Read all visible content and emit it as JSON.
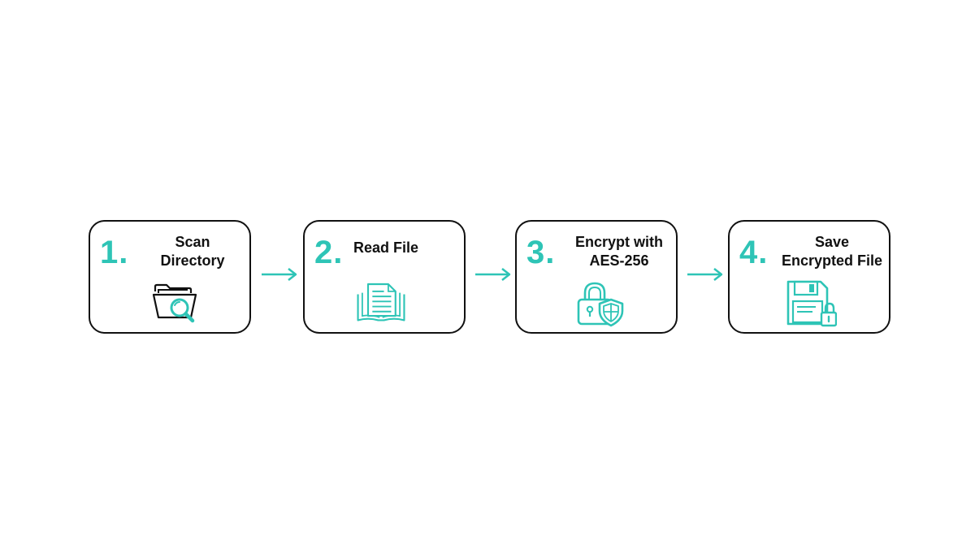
{
  "colors": {
    "accent": "#2ec4b6",
    "outline": "#111111",
    "background": "#ffffff"
  },
  "steps": [
    {
      "number": "1.",
      "label": "Scan\nDirectory",
      "icon": "folder-search-icon"
    },
    {
      "number": "2.",
      "label": "Read File",
      "icon": "document-icon"
    },
    {
      "number": "3.",
      "label": "Encrypt with\nAES-256",
      "icon": "lock-shield-icon"
    },
    {
      "number": "4.",
      "label": "Save\nEncrypted File",
      "icon": "floppy-lock-icon"
    }
  ],
  "connectors": [
    "arrow-right-icon",
    "arrow-right-icon",
    "arrow-right-icon"
  ]
}
